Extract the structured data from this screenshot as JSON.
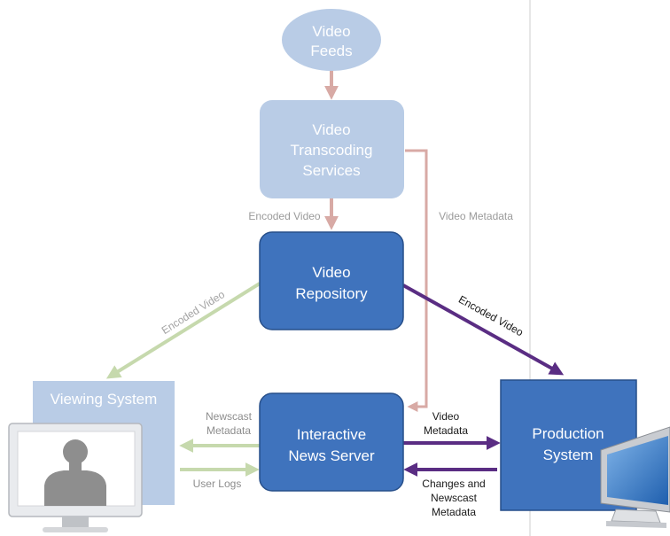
{
  "nodes": {
    "video_feeds": [
      "Video",
      "Feeds"
    ],
    "transcoding": [
      "Video",
      "Transcoding",
      "Services"
    ],
    "repository": [
      "Video",
      "Repository"
    ],
    "viewing": [
      "Viewing System"
    ],
    "news_server": [
      "Interactive",
      "News Server"
    ],
    "production": [
      "Production",
      "System"
    ]
  },
  "edges": {
    "encoded_video_1": "Encoded Video",
    "video_metadata_1": "Video Metadata",
    "encoded_video_2": "Encoded Video",
    "encoded_video_3": "Encoded Video",
    "newscast_metadata": [
      "Newscast",
      "Metadata"
    ],
    "user_logs": "User Logs",
    "video_metadata_2": [
      "Video",
      "Metadata"
    ],
    "changes_metadata": [
      "Changes and",
      "Newscast",
      "Metadata"
    ]
  },
  "colors": {
    "light_blue": "#b9cce6",
    "dark_blue": "#3f73bd",
    "dark_blue_stroke": "#274f8a",
    "pink_arrow": "#d8aaa5",
    "green_arrow": "#c6d9ad",
    "purple_arrow": "#5a2d83"
  }
}
